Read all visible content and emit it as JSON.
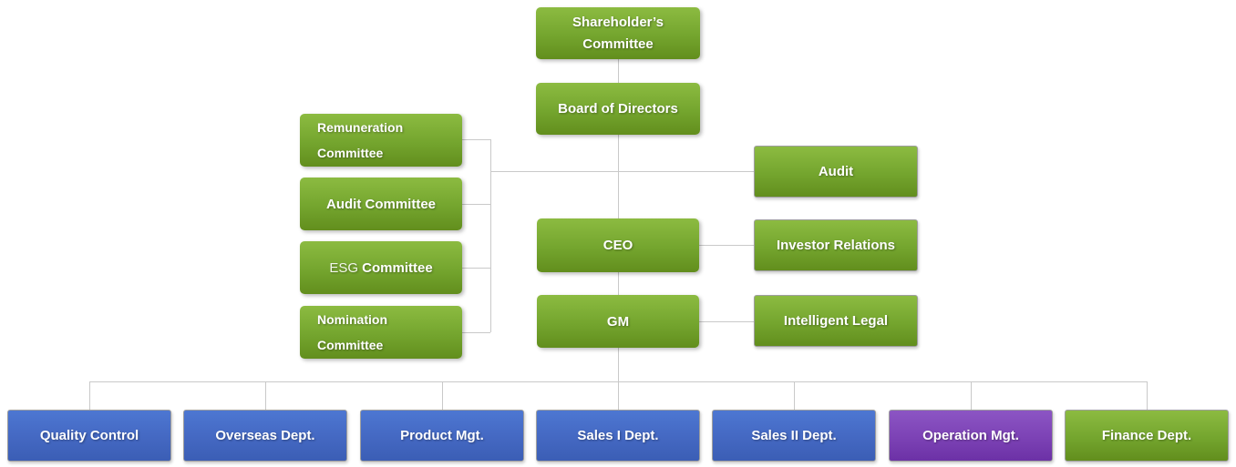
{
  "diagram": {
    "nodes": {
      "shareholders_committee": {
        "line1": "Shareholder’s",
        "line2": "Committee"
      },
      "board_of_directors": {
        "label": "Board of Directors"
      },
      "remuneration_committee": {
        "line1": "Remuneration",
        "line2": "Committee"
      },
      "audit_committee": {
        "label": "Audit Committee"
      },
      "esg_committee": {
        "label_light": "ESG",
        "label_bold": "Committee"
      },
      "nomination_committee": {
        "line1": "Nomination",
        "line2": "Committee"
      },
      "audit": {
        "label": "Audit"
      },
      "ceo": {
        "label": "CEO"
      },
      "investor_relations": {
        "label": "Investor Relations"
      },
      "gm": {
        "label": "GM"
      },
      "intelligent_legal": {
        "label": "Intelligent Legal"
      },
      "quality_control": {
        "label": "Quality Control"
      },
      "overseas_dept": {
        "label": "Overseas Dept."
      },
      "product_mgt": {
        "label": "Product Mgt."
      },
      "sales_1_dept": {
        "label": "Sales I Dept."
      },
      "sales_2_dept": {
        "label": "Sales II Dept."
      },
      "operation_mgt": {
        "label": "Operation Mgt."
      },
      "finance_dept": {
        "label": "Finance Dept."
      }
    },
    "colors": {
      "green_top": "#8cbb41",
      "green_bottom": "#628e1d",
      "blue_top": "#4d77d2",
      "blue_bottom": "#3b5eb5",
      "purple_top": "#8c55c4",
      "purple_bottom": "#6c31a6",
      "connector": "#c9c9c9",
      "text": "#ffffff"
    }
  }
}
